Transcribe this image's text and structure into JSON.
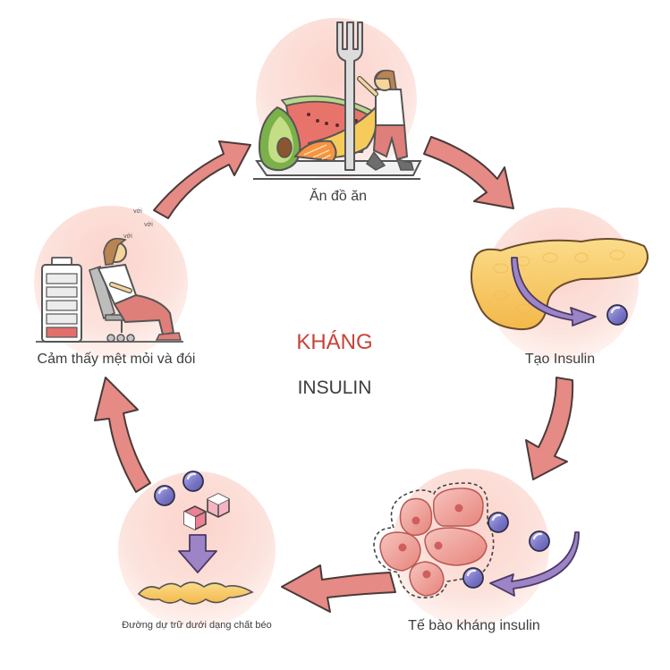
{
  "diagram": {
    "title_line1": "KHÁNG",
    "title_line2": "INSULIN",
    "colors": {
      "title_accent": "#c9423a",
      "title_dark": "#3d3d3d",
      "arrow_fill": "#e58a84",
      "arrow_stroke": "#4a3a3a",
      "circle_bg": "#fbd9d2",
      "insulin_ball": "#7f7fc8",
      "fat_yellow": "#f7c65a",
      "purple_arrow": "#9c84c6",
      "cell_fill": "#eea19a"
    },
    "steps": [
      {
        "id": "eat",
        "label": "Ăn đồ ăn",
        "icon": "plate-food-fork-person"
      },
      {
        "id": "make-insulin",
        "label": "Tạo Insulin",
        "icon": "pancreas-insulin"
      },
      {
        "id": "resistant-cells",
        "label": "Tế bào kháng insulin",
        "icon": "cells-insulin"
      },
      {
        "id": "store-fat",
        "label": "Đường dự trữ dưới dạng chất béo",
        "icon": "sugar-to-fat"
      },
      {
        "id": "tired-hungry",
        "label": "Cảm thấy mệt mỏi và đói",
        "icon": "tired-person-battery"
      }
    ],
    "sigh_words": [
      "với",
      "với",
      "với"
    ]
  }
}
